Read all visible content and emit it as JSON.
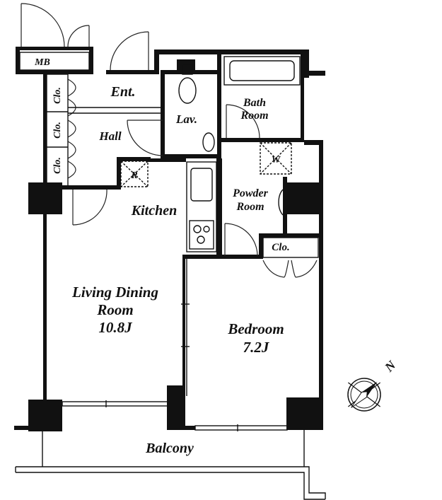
{
  "floorplan": {
    "rooms": {
      "mb": "MB",
      "entrance": "Ent.",
      "lavatory": "Lav.",
      "bath_line1": "Bath",
      "bath_line2": "Room",
      "closet_1": "Clo.",
      "closet_2": "Clo.",
      "closet_3": "Clo.",
      "hall": "Hall",
      "washer": "W",
      "refrigerator": "R",
      "powder_line1": "Powder",
      "powder_line2": "Room",
      "kitchen": "Kitchen",
      "bedroom_closet": "Clo.",
      "living_line1": "Living Dining",
      "living_line2": "Room",
      "living_size": "10.8J",
      "bedroom_line1": "Bedroom",
      "bedroom_size": "7.2J",
      "balcony": "Balcony"
    },
    "compass": {
      "label": "N"
    }
  }
}
